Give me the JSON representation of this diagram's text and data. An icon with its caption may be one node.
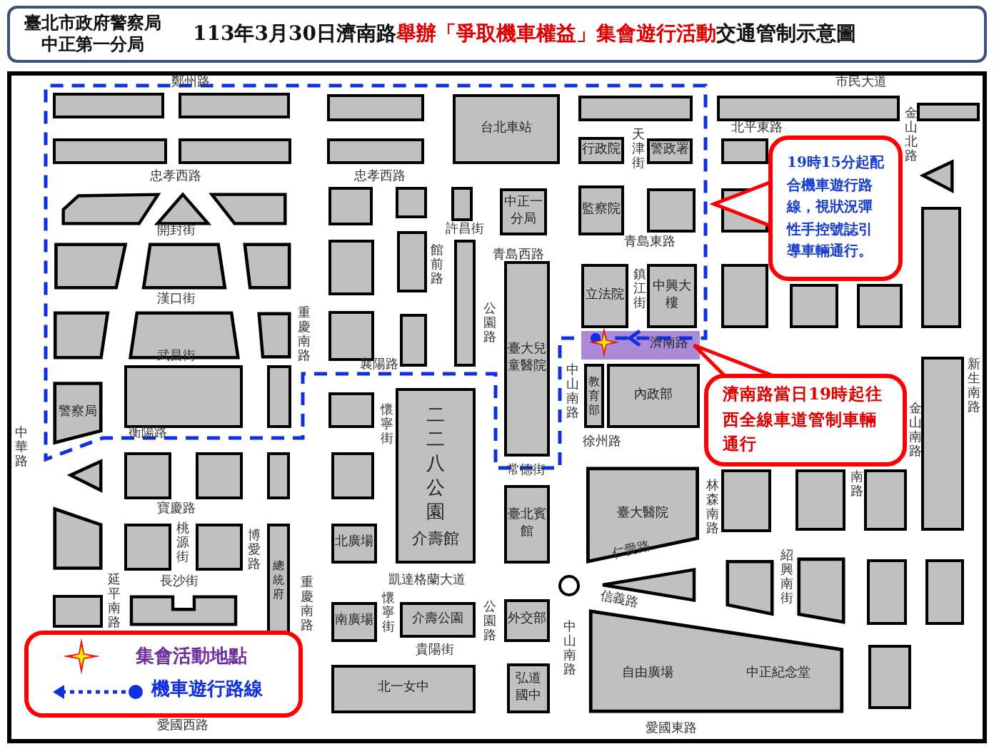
{
  "diagram": {
    "title": "113年3月30日濟南路舉辦「爭取機車權益」集會遊行活動交通管制示意圖",
    "nodes": [
      {
        "text": [],
        "shape": "box"
      },
      {
        "text": [],
        "shape": "box"
      },
      {
        "text": [],
        "shape": "box"
      },
      {
        "text": [
          "台北車站"
        ]
      },
      {
        "text": [],
        "shape": "box"
      },
      {
        "text": [],
        "shape": "box"
      },
      {
        "text": [],
        "shape": "box"
      },
      {
        "text": [],
        "shape": "box"
      },
      {
        "text": [],
        "shape": "box"
      },
      {
        "text": [],
        "shape": "box"
      },
      {
        "text": [
          "行政院"
        ]
      },
      {
        "text": [
          "警政署"
        ]
      },
      {
        "text": [],
        "shape": "box"
      },
      {
        "text": [],
        "shape": "box"
      },
      {
        "text": [],
        "shape": "box"
      },
      {
        "text": [],
        "shape": "triangle"
      },
      {
        "text": [],
        "shape": "box"
      },
      {
        "text": [],
        "shape": "box"
      },
      {
        "text": [],
        "shape": "box"
      },
      {
        "text": [],
        "shape": "box"
      },
      {
        "text": [
          "中正一分局"
        ]
      },
      {
        "text": [
          "監察院"
        ]
      },
      {
        "text": [],
        "shape": "box"
      },
      {
        "text": [],
        "shape": "box"
      },
      {
        "text": [],
        "shape": "triangle"
      },
      {
        "text": [],
        "shape": "box"
      },
      {
        "text": [],
        "shape": "box"
      },
      {
        "text": [],
        "shape": "box"
      },
      {
        "text": [],
        "shape": "box"
      },
      {
        "text": [],
        "shape": "box"
      },
      {
        "text": [],
        "shape": "box"
      },
      {
        "text": [],
        "shape": "box"
      },
      {
        "text": [
          "臺大兒童醫院"
        ]
      },
      {
        "text": [
          "立法院"
        ]
      },
      {
        "text": [
          "中興大樓"
        ]
      },
      {
        "text": [],
        "shape": "box"
      },
      {
        "text": [],
        "shape": "box"
      },
      {
        "text": [],
        "shape": "box"
      },
      {
        "text": [],
        "shape": "box"
      },
      {
        "text": [],
        "shape": "box"
      },
      {
        "text": [],
        "shape": "box"
      },
      {
        "text": [],
        "shape": "box"
      },
      {
        "text": [
          "濟南路"
        ]
      },
      {
        "text": [],
        "shape": "box"
      },
      {
        "text": [],
        "shape": "box"
      },
      {
        "text": [],
        "shape": "box"
      },
      {
        "text": [],
        "shape": "box"
      },
      {
        "text": [
          "教育部"
        ]
      },
      {
        "text": [
          "內政部"
        ]
      },
      {
        "text": [],
        "shape": "box"
      },
      {
        "text": [],
        "shape": "box"
      },
      {
        "text": [
          "警察局"
        ]
      },
      {
        "text": [
          "二二八公園",
          "介壽館"
        ]
      },
      {
        "text": [],
        "shape": "box"
      },
      {
        "text": [],
        "shape": "triangle"
      },
      {
        "text": [],
        "shape": "box"
      },
      {
        "text": [],
        "shape": "box"
      },
      {
        "text": [],
        "shape": "box"
      },
      {
        "text": [],
        "shape": "box"
      },
      {
        "text": [
          "臺大醫院"
        ]
      },
      {
        "text": [
          "臺北賓館"
        ]
      },
      {
        "text": [],
        "shape": "box"
      },
      {
        "text": [],
        "shape": "box"
      },
      {
        "text": [],
        "shape": "box"
      },
      {
        "text": [
          "總統府"
        ]
      },
      {
        "text": [
          "北廣場"
        ]
      },
      {
        "text": [],
        "shape": "box"
      },
      {
        "text": [],
        "shape": "box"
      },
      {
        "text": [],
        "shape": "box"
      },
      {
        "text": [],
        "shape": "box"
      },
      {
        "text": [],
        "shape": "triangle"
      },
      {
        "text": [],
        "shape": "circle"
      },
      {
        "text": [],
        "shape": "box"
      },
      {
        "text": [],
        "shape": "box"
      },
      {
        "text": [
          "外交部"
        ]
      },
      {
        "text": [
          "南廣場"
        ]
      },
      {
        "text": [
          "介壽公園"
        ]
      },
      {
        "text": [
          "自由廣場",
          "中正紀念堂"
        ]
      },
      {
        "text": [],
        "shape": "box"
      },
      {
        "text": [
          "弘道國中"
        ]
      },
      {
        "text": [
          "北一女中"
        ]
      },
      {
        "text": [
          "19時15分起配合機車遊行路線，視狀況彈性手控號誌引導車輛通行。"
        ]
      },
      {
        "text": [
          "濟南路當日19時起往西全線車道管制車輛通行"
        ]
      }
    ],
    "labels": [
      "臺北市政府警察局中正第一分局",
      "鄭州路",
      "市民大道",
      "天津街",
      "北平東路",
      "金山北路",
      "忠孝西路",
      "忠孝西路",
      "開封街",
      "許昌街",
      "青島東路",
      "館前路",
      "青島西路",
      "鎮江街",
      "漢口街",
      "公園路",
      "重慶南路",
      "武昌街",
      "襄陽路",
      "中山南路",
      "新生南路",
      "懷寧街",
      "金山南路",
      "衡陽路",
      "中華路",
      "徐州路",
      "常德街",
      "南路",
      "林森南路",
      "寶慶路",
      "桃源街",
      "博愛路",
      "仁愛路",
      "紹興南街",
      "長沙街",
      "重慶南路",
      "凱達格蘭大道",
      "延平南路",
      "信義路",
      "懷寧街",
      "公園路",
      "中山南路",
      "貴陽街",
      "愛國西路",
      "愛國東路"
    ],
    "legend": [
      {
        "text": "集會活動地點"
      },
      {
        "text": "機車遊行路線"
      }
    ]
  }
}
